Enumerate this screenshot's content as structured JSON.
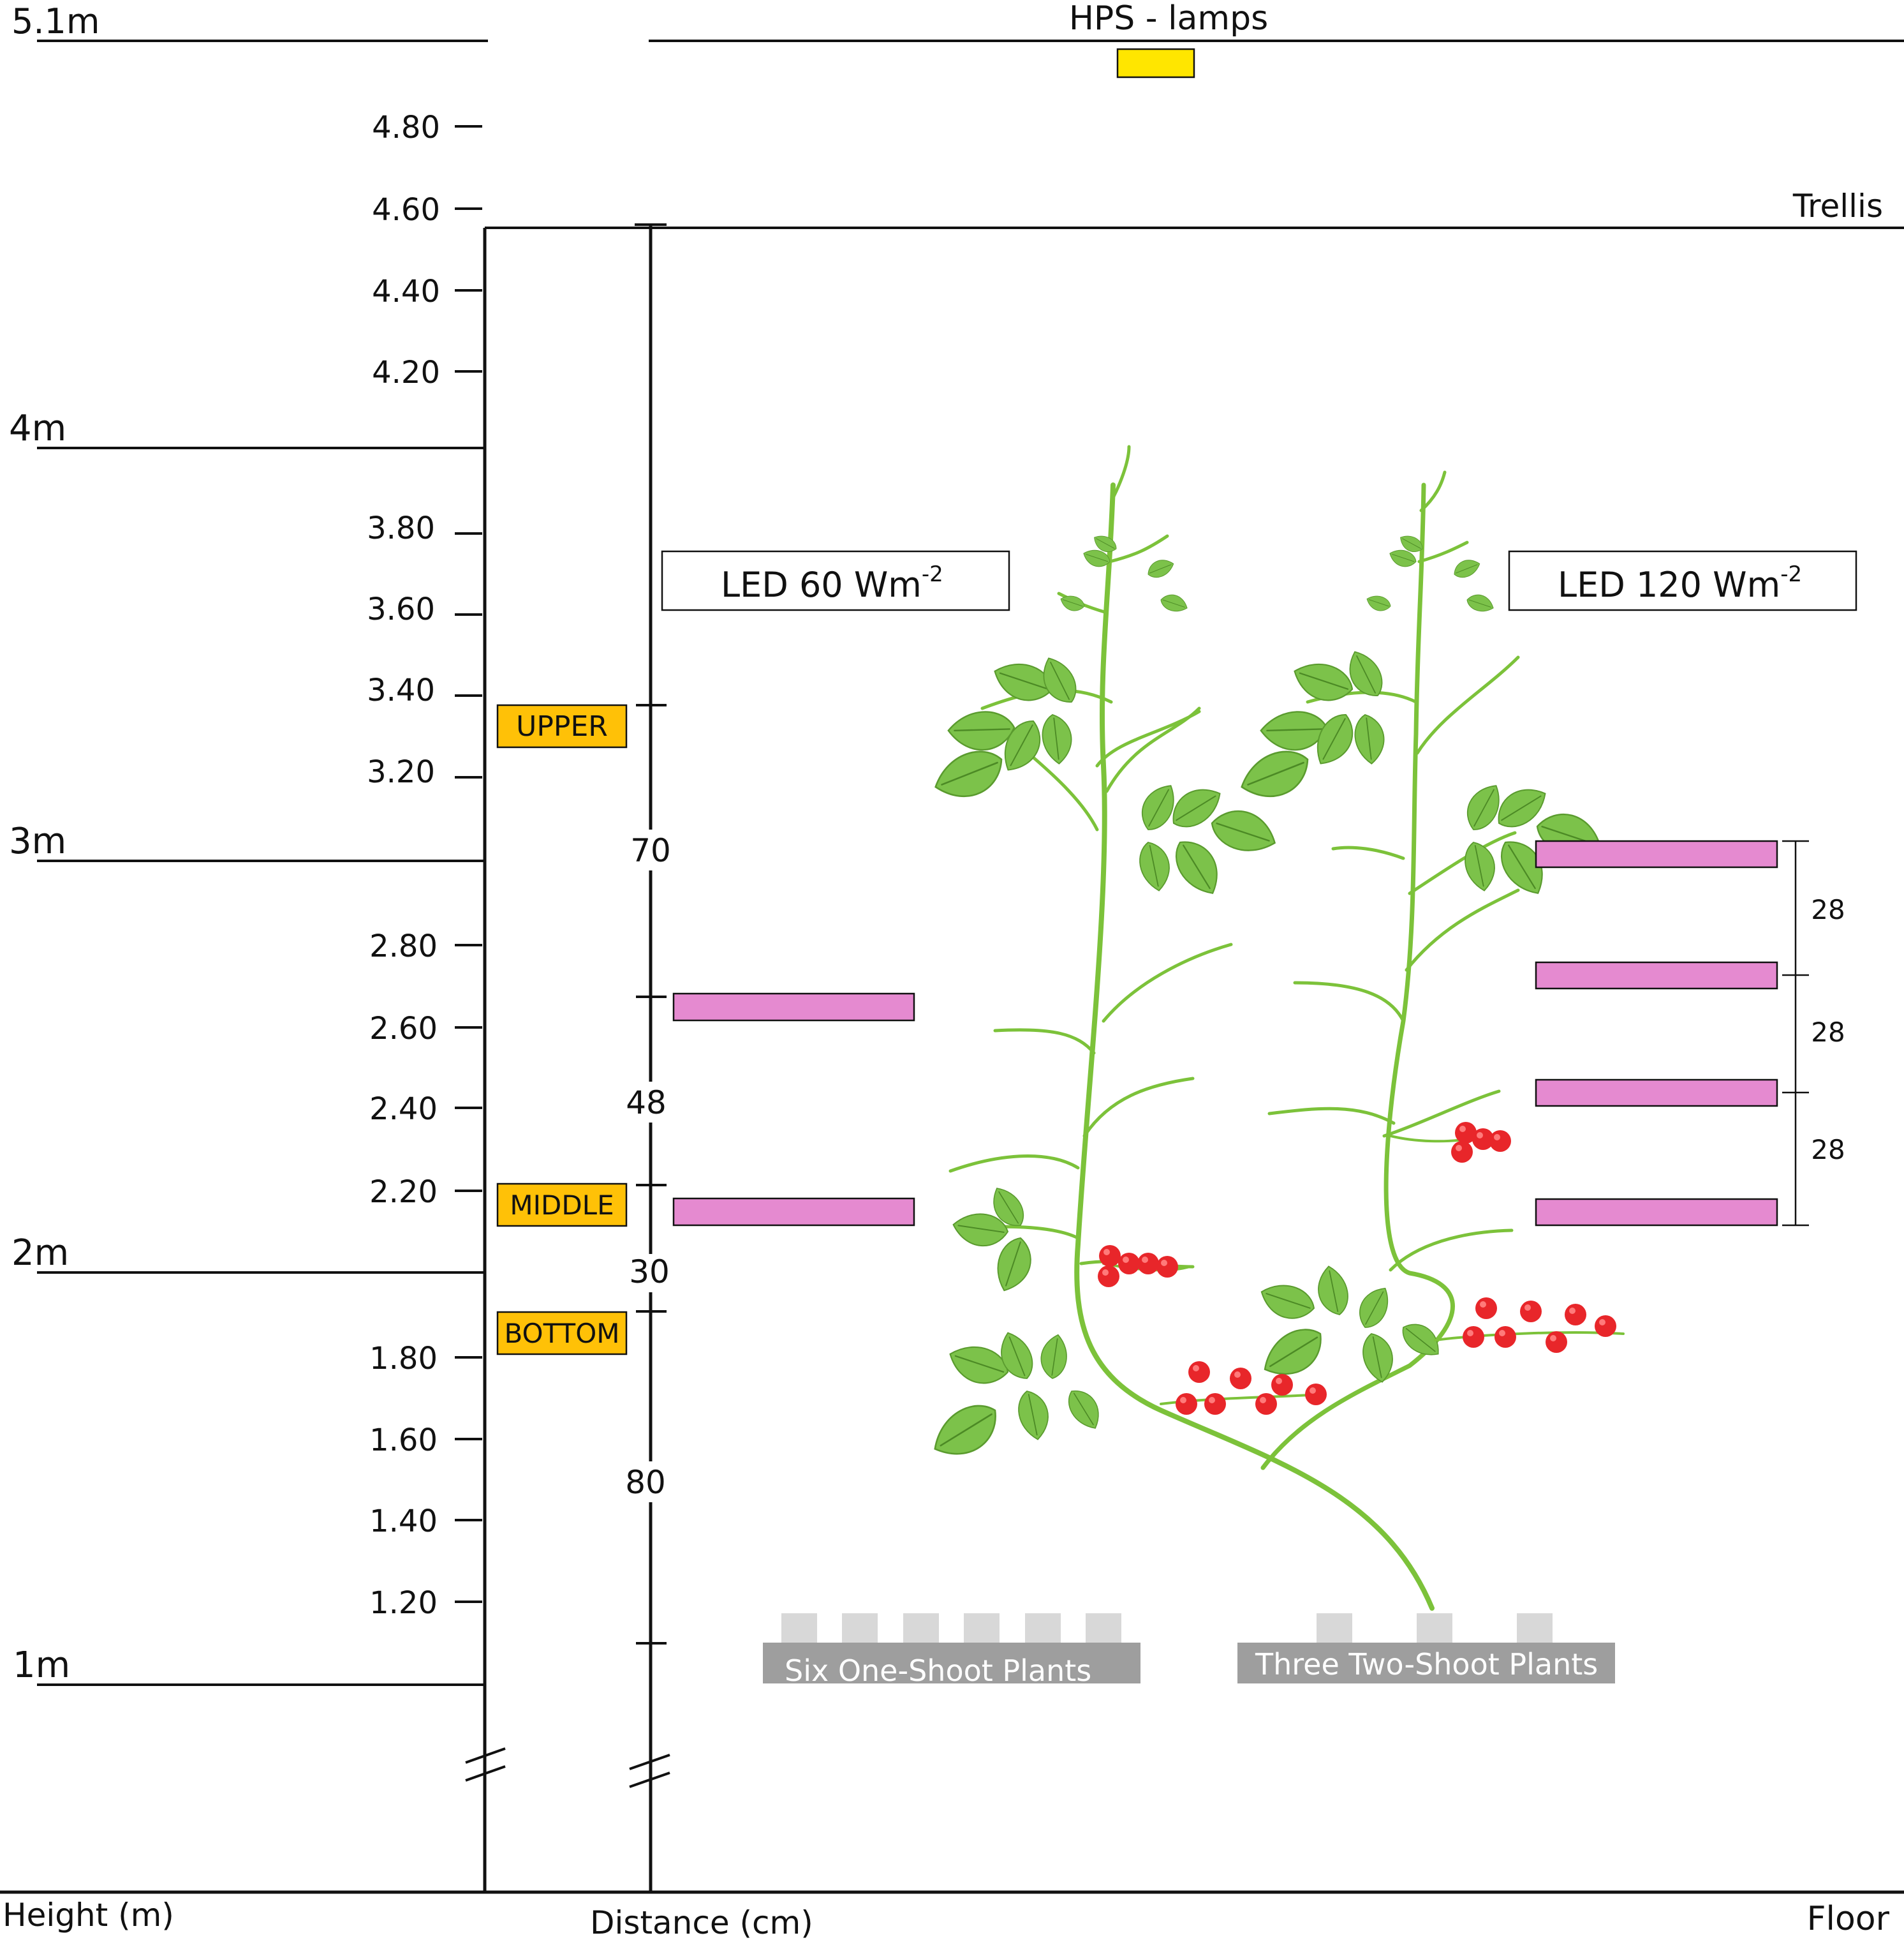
{
  "meters": [
    {
      "label": "5.1m",
      "id": "5-1"
    },
    {
      "label": "4m",
      "id": "4"
    },
    {
      "label": "3m",
      "id": "3"
    },
    {
      "label": "2m",
      "id": "2"
    },
    {
      "label": "1m",
      "id": "1"
    }
  ],
  "height_ticks": [
    "4.80",
    "4.60",
    "4.40",
    "4.20",
    "3.80",
    "3.60",
    "3.40",
    "3.20",
    "2.80",
    "2.60",
    "2.40",
    "2.20",
    "1.80",
    "1.60",
    "1.40",
    "1.20"
  ],
  "zones": [
    "UPPER",
    "MIDDLE",
    "BOTTOM"
  ],
  "distances": [
    "70",
    "48",
    "30",
    "80"
  ],
  "hps_label": "HPS - lamps",
  "trellis_label": "Trellis",
  "led60": {
    "main": "LED 60 Wm",
    "exp": "-2"
  },
  "led120": {
    "main": "LED 120 Wm",
    "exp": "-2"
  },
  "spacings": [
    "28",
    "28",
    "28"
  ],
  "pots": {
    "left_label": "Six  One-Shoot Plants",
    "right_label": "Three Two-Shoot Plants"
  },
  "footer": {
    "height_axis": "Height (m)",
    "distance_axis": "Distance (cm)",
    "floor": "Floor"
  },
  "colors": {
    "lamp": "#ffe600",
    "led": "#e58ad0",
    "zone": "#ffc107",
    "pot": "#9e9e9e",
    "stem": "#7cc23a",
    "leaf": "#7cc24a",
    "fruit": "#e8262a"
  }
}
